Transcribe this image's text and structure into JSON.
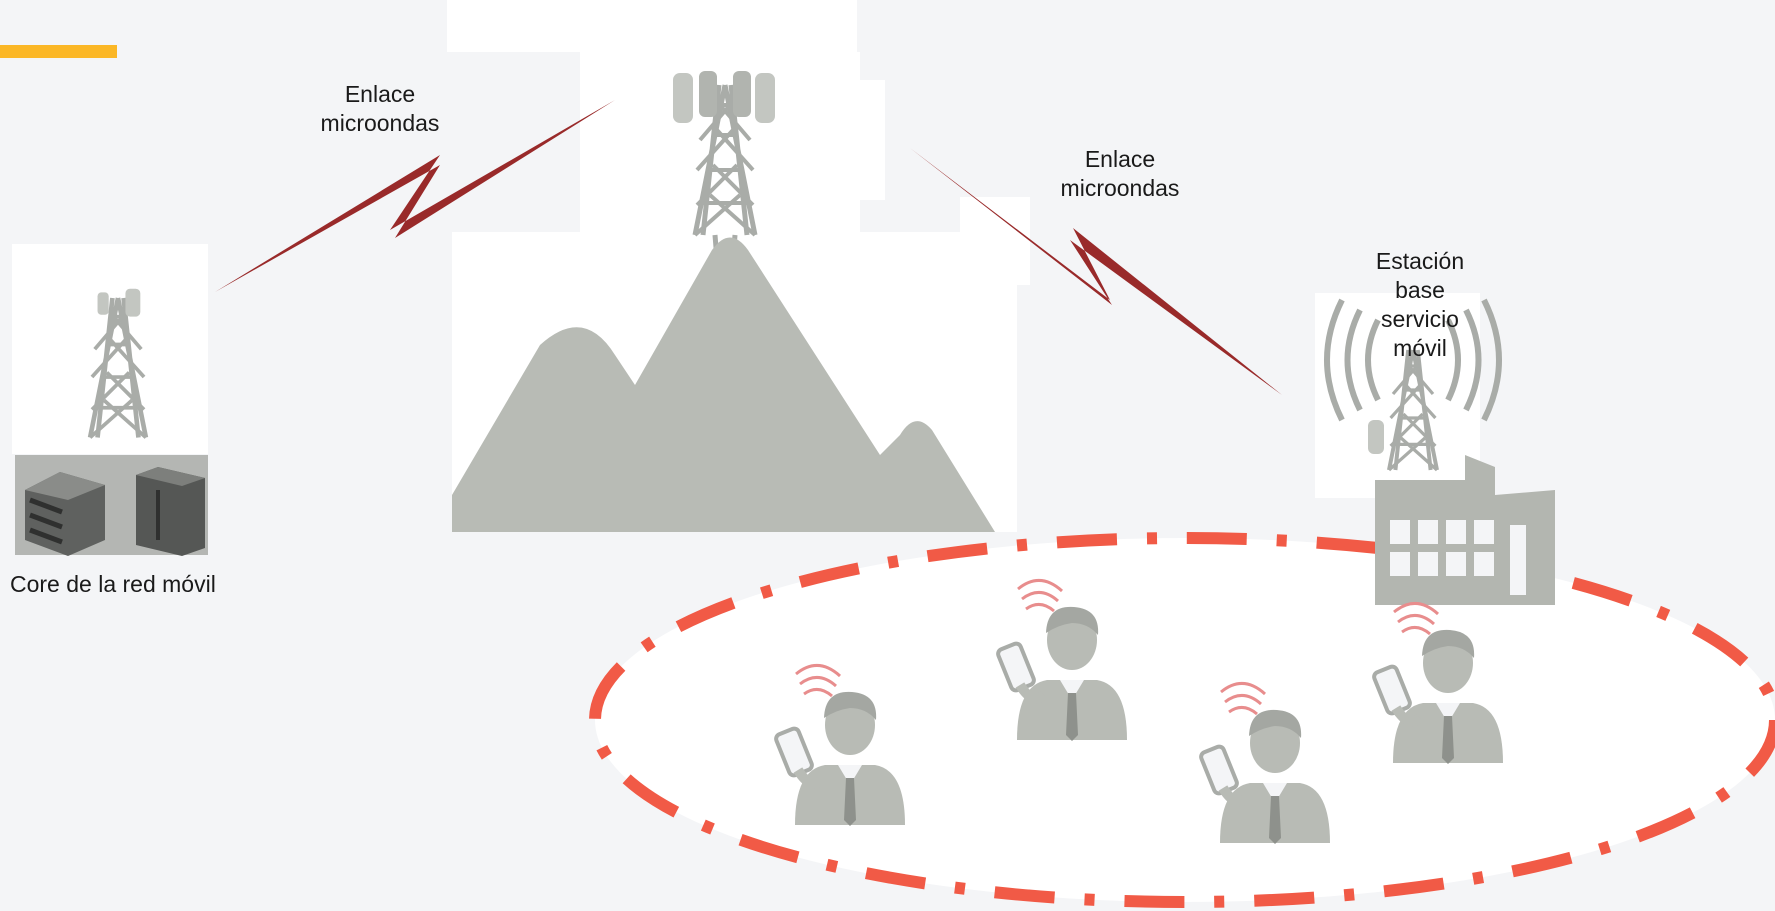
{
  "colors": {
    "background": "#f4f5f7",
    "accent_bar": "#fbb726",
    "lightning": "#992a2a",
    "coverage_dash": "#f15a46",
    "icon_gray": "#b8bbb5",
    "icon_dark": "#9a9d98",
    "panel": "#ffffff"
  },
  "labels": {
    "core": "Core de la red móvil",
    "link_left": {
      "line1": "Enlace",
      "line2": "microondas"
    },
    "link_right": {
      "line1": "Enlace",
      "line2": "microondas"
    },
    "base_station": {
      "line1": "Estación",
      "line2": "base",
      "line3": "servicio",
      "line4": "móvil"
    }
  },
  "icons": {
    "core_tower": "tower-icon",
    "core_servers": "server-rack-icon",
    "mountain_tower": "tower-icon",
    "mountain": "mountain-icon",
    "base_tower": "broadcast-tower-icon",
    "base_building": "building-icon",
    "users": [
      "user-phone-icon",
      "user-phone-icon",
      "user-phone-icon",
      "user-phone-icon"
    ],
    "links": [
      "lightning-link-icon",
      "lightning-link-icon"
    ]
  }
}
